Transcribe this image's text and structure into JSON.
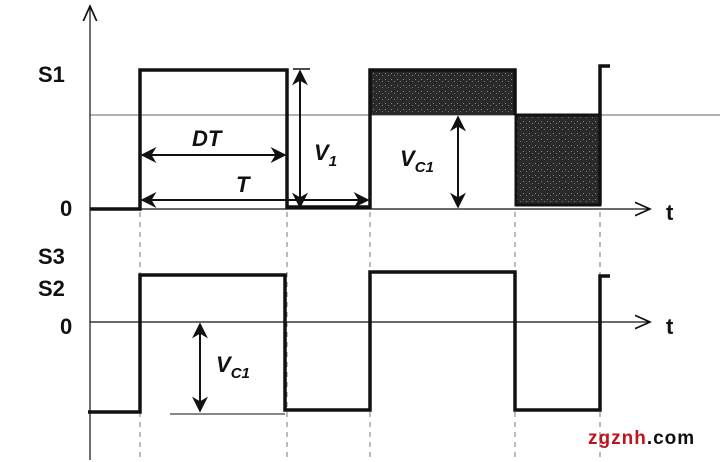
{
  "labels": {
    "s1": "S1",
    "s3": "S3",
    "s2": "S2",
    "zero_top": "0",
    "zero_bottom": "0",
    "t_top": "t",
    "t_bottom": "t",
    "dt": "DT",
    "t_period": "T",
    "v1_main": "V",
    "v1_sub": "1",
    "vc1_main": "V",
    "vc1_sub": "C1",
    "vc1b_main": "V",
    "vc1b_sub": "C1"
  },
  "watermark": {
    "red_part": "zgznh",
    "dark_part": ".com",
    "red_color": "#c0141c",
    "dark_color": "#111111"
  }
}
